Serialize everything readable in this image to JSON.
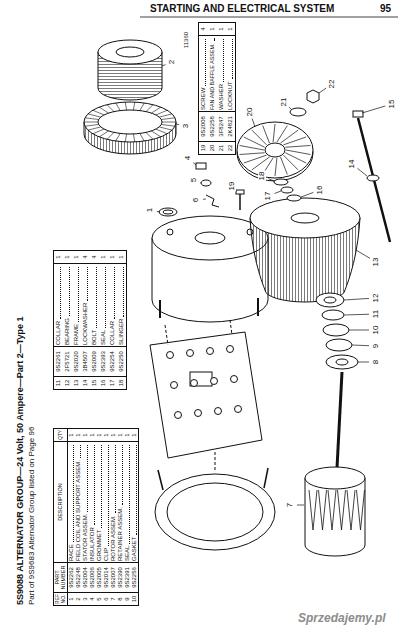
{
  "diagram": {
    "title": "5S9088 ALTERNATOR GROUP—24 Volt, 50 Ampere—Part 2—Type 1",
    "labels": [
      "STARTING AND ELECTRICAL SYSTEM",
      "95",
      "Part of 9S9683 Alternator Group listed on Page 96",
      "11360",
      "REF NO.",
      "PART NUMBER",
      "DESCRIPTION",
      "QTY",
      "1",
      "9S2262",
      "RACE",
      "1",
      "2",
      "9S2248",
      "FIELD COIL AND SUPPORT ASSEM.",
      "1",
      "3",
      "9S2004",
      "STATOR ASSEM.",
      "1",
      "4",
      "9S2006",
      "INSULATOR",
      "1",
      "5",
      "9S2005",
      "GROMMET",
      "1",
      "6",
      "9S2014",
      "CLIP",
      "1",
      "7",
      "9S2007",
      "ROTOR ASSEM.",
      "1",
      "8",
      "9S2390",
      "RETAINER ASSEM.",
      "1",
      "9",
      "9S2391",
      "SEAL",
      "1",
      "10",
      "9S2256",
      "GASKET",
      "1",
      "11",
      "9S2261",
      "COLLAR",
      "1",
      "12",
      "2F5721",
      "BEARING",
      "1",
      "13",
      "9S2020",
      "FRAME",
      "1",
      "14",
      "3B4507",
      "LOCKWASHER",
      "4",
      "15",
      "9S2009",
      "BOLT",
      "4",
      "16",
      "9S2393",
      "SEAL",
      "1",
      "17",
      "9S2254",
      "COLLAR",
      "1",
      "18",
      "9S2250",
      "SLINGER",
      "1",
      "19",
      "9S2008",
      "SCREW",
      "4",
      "20",
      "9S2258",
      "FAN AND BAFFLE ASSEM.",
      "1",
      "21",
      "3F8247",
      "WASHER",
      "1",
      "22",
      "2K4821",
      "LOCKNUT",
      "1",
      "1",
      "2",
      "3",
      "4",
      "5",
      "6",
      "7",
      "8",
      "9",
      "10",
      "11",
      "12",
      "13",
      "14",
      "15",
      "16",
      "17",
      "18",
      "19",
      "20",
      "21",
      "22",
      "Sprzedajemy.pl"
    ]
  }
}
